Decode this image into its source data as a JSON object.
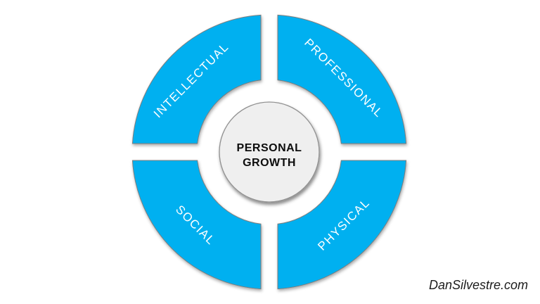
{
  "diagram": {
    "type": "segmented-cycle",
    "segments": [
      {
        "label": "INTELLECTUAL",
        "position": "top-left"
      },
      {
        "label": "PROFESSIONAL",
        "position": "top-right"
      },
      {
        "label": "SOCIAL",
        "position": "bottom-left"
      },
      {
        "label": "PHYSICAL",
        "position": "bottom-right"
      }
    ],
    "center": {
      "line1": "PERSONAL",
      "line2": "GROWTH"
    },
    "colors": {
      "segment_fill": "#00B0F0",
      "segment_stroke": "#7E7E7E",
      "hub_fill": "#EFEFEF",
      "hub_stroke": "#909090",
      "segment_label": "#FFFFFF",
      "center_label": "#0D0D0D",
      "watermark_text": "#1C1C1C",
      "background": "#FFFFFF"
    }
  },
  "watermark": {
    "text": "DanSilvestre.com"
  }
}
